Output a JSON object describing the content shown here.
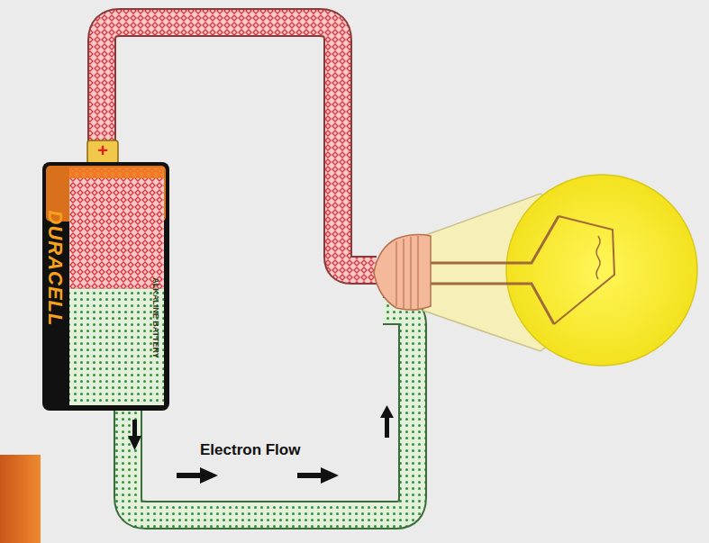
{
  "diagram": {
    "nodes": [
      {
        "text": [
          "+",
          "DURACELL",
          "ALKALINE BATTERY"
        ]
      }
    ],
    "labels": [
      "Electron Flow"
    ]
  }
}
